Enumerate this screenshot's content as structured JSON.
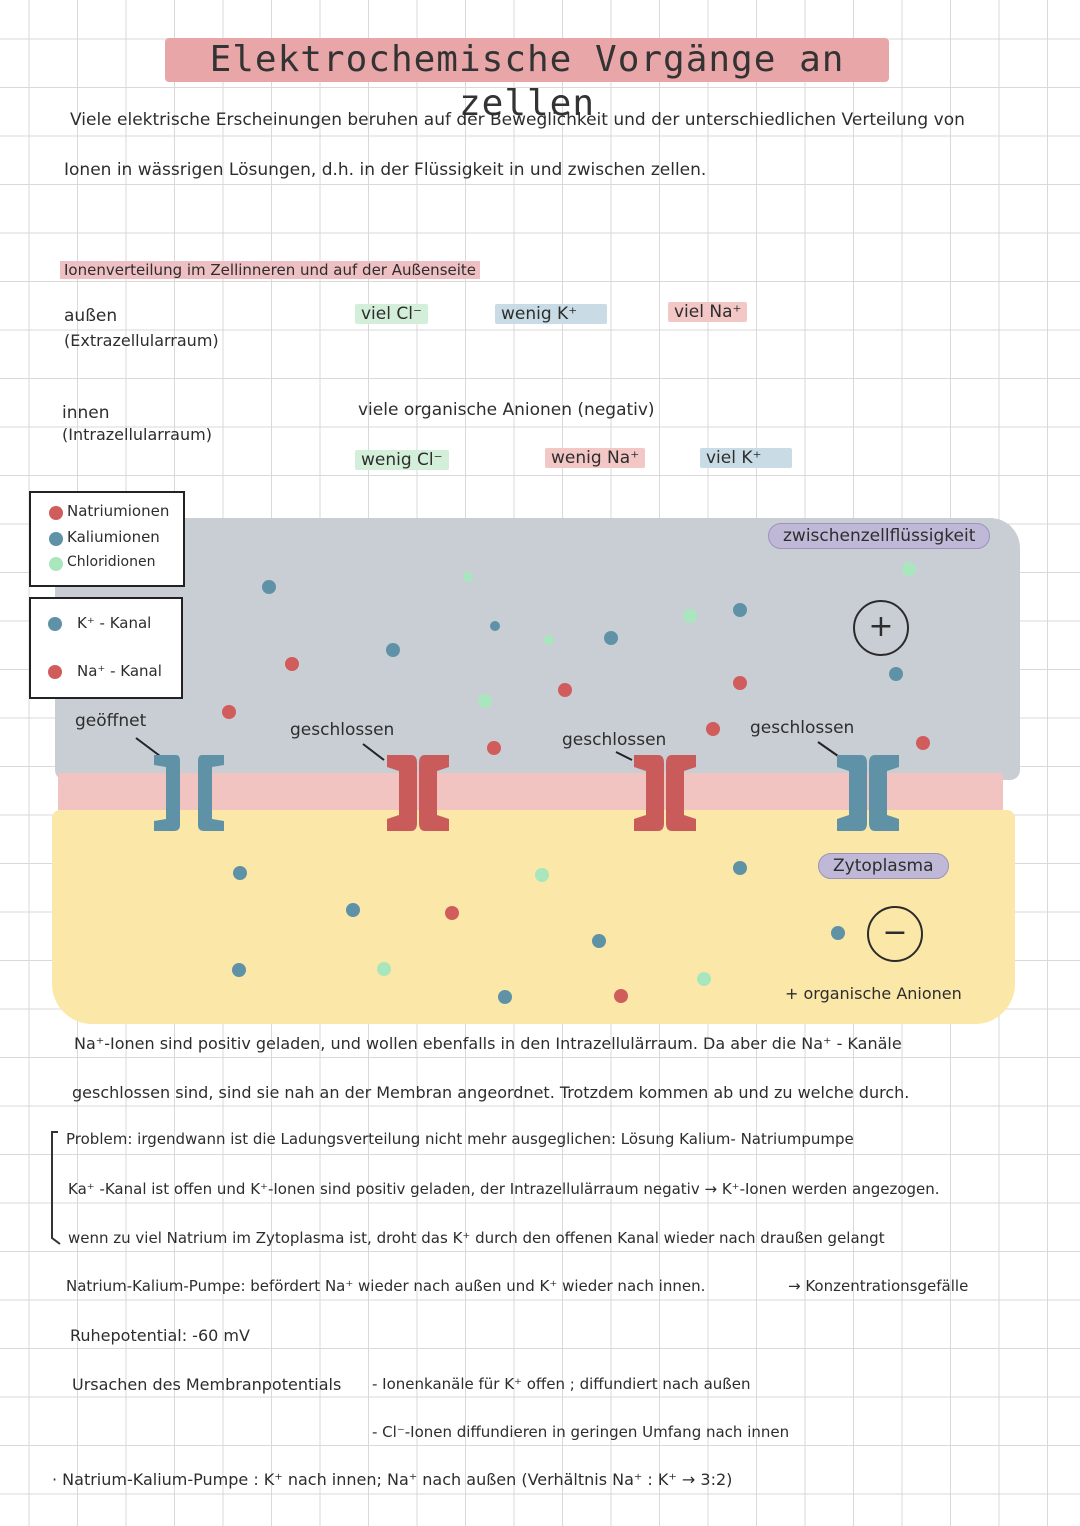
{
  "title": "Elektrochemische Vorgänge an zellen",
  "intro": {
    "line1": "Viele elektrische Erscheinungen beruhen auf der Beweglichkeit und der unterschiedlichen Verteilung von",
    "line2": "Ionen in wässrigen Lösungen, d.h. in der Flüssigkeit in und zwischen zellen."
  },
  "distribution": {
    "heading": "Ionenverteilung im Zellinneren und auf der Außenseite",
    "outside_label": "außen",
    "outside_sub": "(Extrazellularraum)",
    "outside_items": [
      "viel Cl⁻",
      "wenig K⁺",
      "viel Na⁺"
    ],
    "inside_label": "innen",
    "inside_sub": "(Intrazellularraum)",
    "inside_note": "viele organische Anionen (negativ)",
    "inside_items": [
      "wenig Cl⁻",
      "wenig Na⁺",
      "viel K⁺"
    ]
  },
  "legend_ions": [
    "Natriumionen",
    "Kaliumionen",
    "Chloridionen"
  ],
  "legend_channels": [
    "K⁺ - Kanal",
    "Na⁺ - Kanal"
  ],
  "colors": {
    "na": "#d05c5c",
    "k": "#5f92a6",
    "cl": "#a9e6bd"
  },
  "diagram": {
    "label_outside": "zwischenzellflüssigkeit",
    "label_inside": "Zytoplasma",
    "sign_outside": "+",
    "sign_inside": "−",
    "anions_note": "+ organische Anionen",
    "channels": [
      {
        "type": "k",
        "state": "geöffnet"
      },
      {
        "type": "na",
        "state": "geschlossen"
      },
      {
        "type": "na",
        "state": "geschlossen"
      },
      {
        "type": "k",
        "state": "geschlossen"
      }
    ]
  },
  "notes": {
    "n1": "Na⁺-Ionen sind positiv geladen, und wollen ebenfalls in den Intrazellulärraum. Da aber die Na⁺ - Kanäle",
    "n2": "geschlossen sind, sind sie nah an der Membran angeordnet. Trotzdem kommen ab und zu welche durch.",
    "n3": "Problem: irgendwann ist die Ladungsverteilung nicht mehr ausgeglichen: Lösung Kalium- Natriumpumpe",
    "n4": "Ka⁺ -Kanal ist offen und K⁺-Ionen sind positiv geladen, der Intrazellulärraum negativ → K⁺-Ionen werden angezogen.",
    "n5": "wenn zu viel Natrium im Zytoplasma ist, droht das K⁺ durch den offenen Kanal wieder nach draußen gelangt",
    "n6": "Natrium-Kalium-Pumpe: befördert Na⁺ wieder nach außen und K⁺ wieder nach innen.",
    "n6b": "→ Konzentrationsgefälle",
    "n7": "Ruhepotential: -60 mV",
    "n8a": "Ursachen des Membranpotentials",
    "n8b": "- Ionenkanäle für K⁺ offen ; diffundiert nach außen",
    "n9": "- Cl⁻-Ionen diffundieren in geringen Umfang nach innen",
    "n10": "· Natrium-Kalium-Pumpe : K⁺ nach innen; Na⁺ nach außen (Verhältnis Na⁺ : K⁺ → 3:2)"
  }
}
